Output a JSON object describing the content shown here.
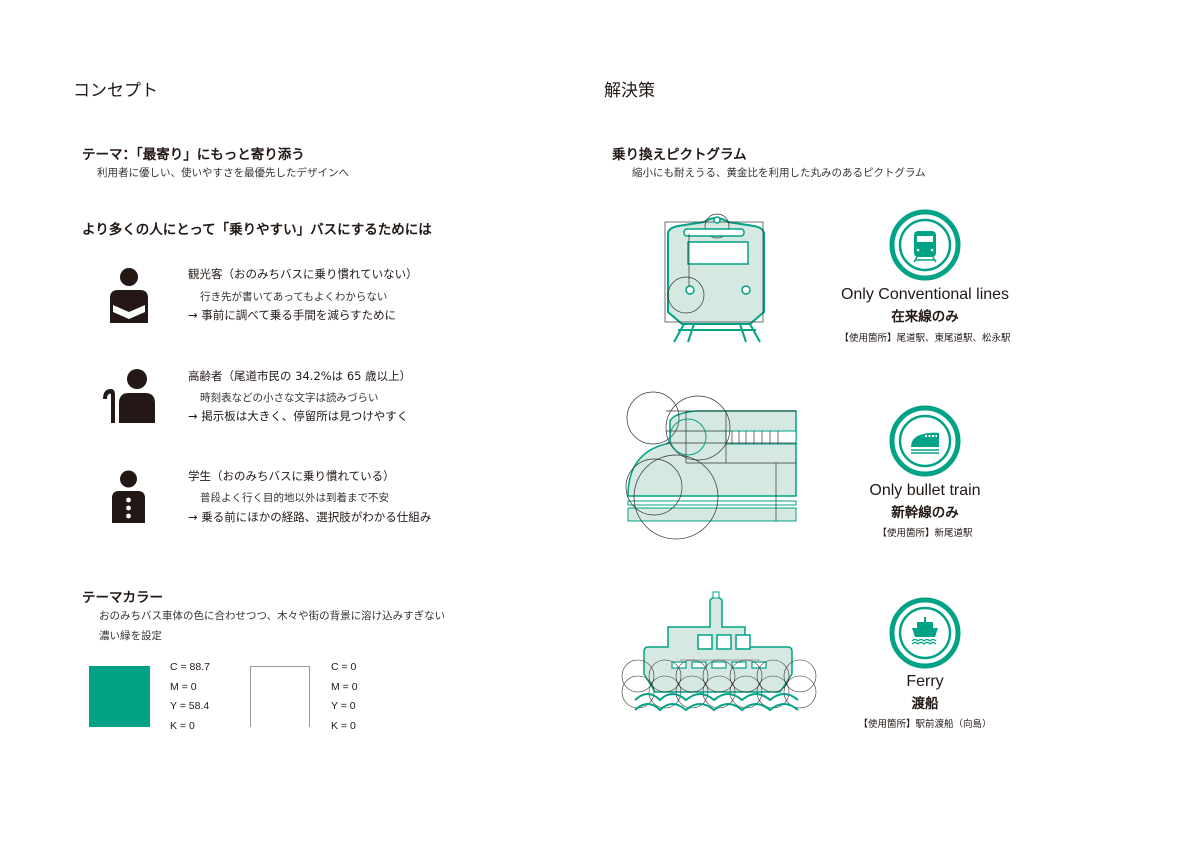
{
  "concept": {
    "title": "コンセプト",
    "theme": {
      "heading": "テーマ：「最寄り」にもっと寄り添う",
      "subtitle": "利用者に優しい、使いやすさを最優先したデザインへ"
    },
    "question": "より多くの人にとって「乗りやすい」バスにするためには",
    "personas": [
      {
        "icon": "tourist-icon",
        "title": "観光客（おのみちバスに乗り慣れていない）",
        "problem": "行き先が書いてあってもよくわからない",
        "solution": "→ 事前に調べて乗る手間を減らすために"
      },
      {
        "icon": "elderly-icon",
        "title": "高齢者（尾道市民の 34.2%は 65 歳以上）",
        "problem": "時刻表などの小さな文字は読みづらい",
        "solution": "→ 掲示板は大きく、停留所は見つけやすく"
      },
      {
        "icon": "student-icon",
        "title": "学生（おのみちバスに乗り慣れている）",
        "problem": "普段よく行く目的地以外は到着まで不安",
        "solution": "→ 乗る前にほかの経路、選択肢がわかる仕組み"
      }
    ],
    "theme_color": {
      "heading": "テーマカラー",
      "desc_line1": "おのみちバス車体の色に合わせつつ、木々や街の背景に溶け込みすぎない",
      "desc_line2": "濃い緑を設定",
      "swatches": [
        {
          "color": "#00a385",
          "values": [
            "C = 88.7",
            "M = 0",
            "Y = 58.4",
            "K = 0"
          ]
        },
        {
          "color": "#ffffff",
          "values": [
            "C = 0",
            "M = 0",
            "Y = 0",
            "K = 0"
          ]
        }
      ]
    }
  },
  "solution": {
    "title": "解決策",
    "heading": "乗り換えピクトグラム",
    "subtitle": "縮小にも耐えうる、黄金比を利用した丸みのあるピクトグラム",
    "pictograms": [
      {
        "icon": "conventional-train-icon",
        "en": "Only Conventional lines",
        "jp": "在来線のみ",
        "usage": "【使用箇所】尾道駅、東尾道駅、松永駅"
      },
      {
        "icon": "bullet-train-icon",
        "en": "Only bullet train",
        "jp": "新幹線のみ",
        "usage": "【使用箇所】新尾道駅"
      },
      {
        "icon": "ferry-icon",
        "en": "Ferry",
        "jp": "渡船",
        "usage": "【使用箇所】駅前渡船（向島）"
      }
    ]
  },
  "colors": {
    "accent": "#00a385",
    "light": "#d5e8e1",
    "text": "#231815"
  }
}
